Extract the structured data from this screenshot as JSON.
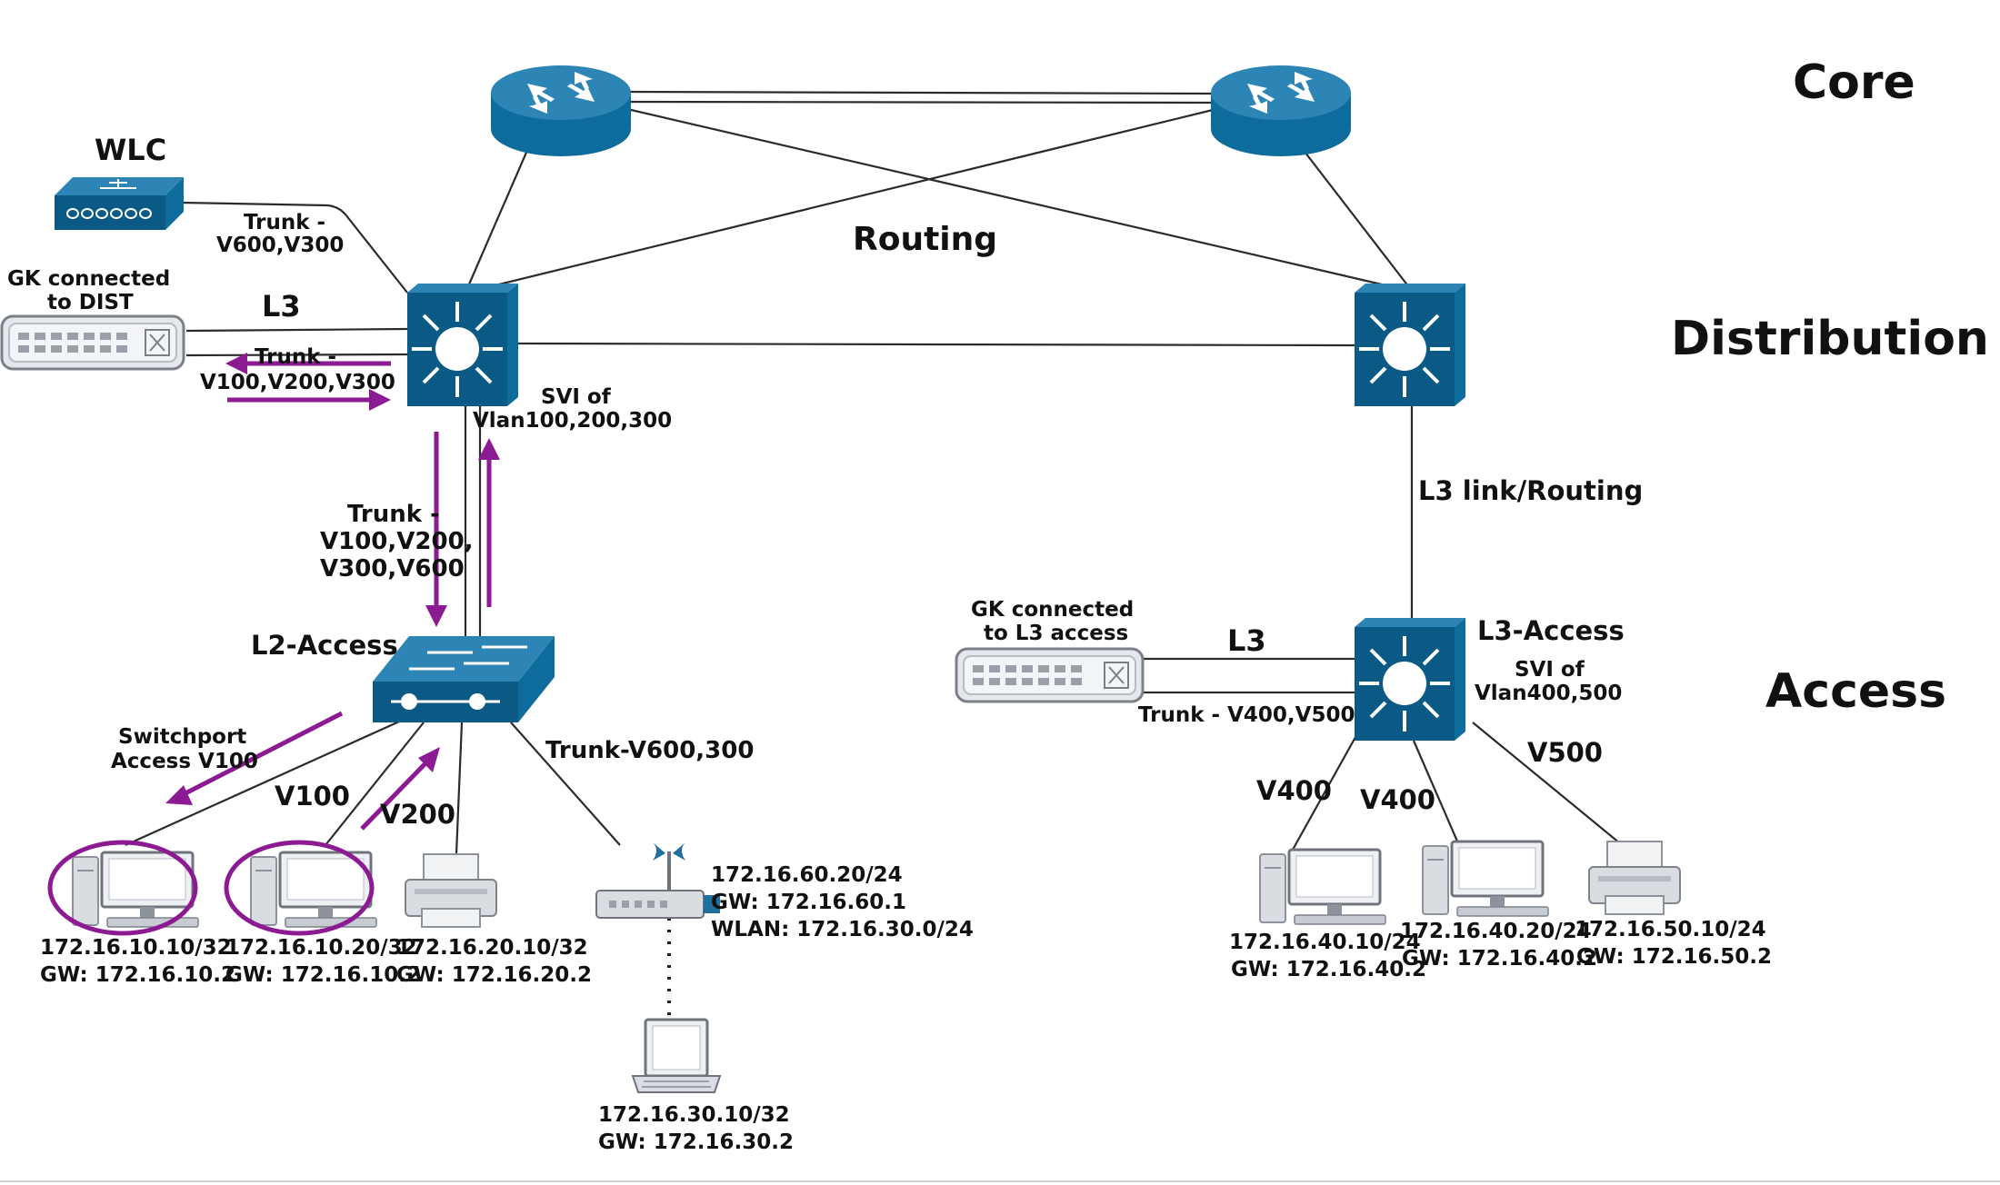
{
  "tiers": {
    "core": "Core",
    "distribution": "Distribution",
    "access": "Access"
  },
  "labels": {
    "routing": "Routing",
    "wlc": "WLC",
    "wlc_trunk_1": "Trunk -",
    "wlc_trunk_2": "V600,V300",
    "gk_dist_1": "GK connected",
    "gk_dist_2": "to DIST",
    "l3_dist": "L3",
    "dist_trunk_1": "Trunk -",
    "dist_trunk_2": "V100,V200,V300",
    "svi_left_1": "SVI of",
    "svi_left_2": "Vlan100,200,300",
    "l3_link": "L3 link/Routing",
    "uplink_trunk_1": "Trunk -",
    "uplink_trunk_2": "V100,V200,",
    "uplink_trunk_3": "V300,V600",
    "l2_access": "L2-Access",
    "switchport_1": "Switchport",
    "switchport_2": "Access V100",
    "v100": "V100",
    "v200": "V200",
    "trunk_ap": "Trunk-V600,300",
    "gk_l3_1": "GK connected",
    "gk_l3_2": "to L3 access",
    "l3_access_link": "L3",
    "l3_access_trunk": "Trunk - V400,V500",
    "l3_access": "L3-Access",
    "svi_right_1": "SVI of",
    "svi_right_2": "Vlan400,500",
    "v400_a": "V400",
    "v400_b": "V400",
    "v500": "V500"
  },
  "hosts": {
    "pc1_ip": "172.16.10.10/32",
    "pc1_gw": "GW: 172.16.10.2",
    "pc2_ip": "172.16.10.20/32",
    "pc2_gw": "GW: 172.16.10.2",
    "printer1_ip": "172.16.20.10/32",
    "printer1_gw": "GW: 172.16.20.2",
    "ap_ip": "172.16.60.20/24",
    "ap_gw": "GW: 172.16.60.1",
    "ap_wlan": "WLAN: 172.16.30.0/24",
    "laptop_ip": "172.16.30.10/32",
    "laptop_gw": "GW: 172.16.30.2",
    "pc3_ip": "172.16.40.10/24",
    "pc3_gw": "GW: 172.16.40.2",
    "pc4_ip": "172.16.40.20/24",
    "pc4_gw": "GW: 172.16.40.2",
    "printer2_ip": "172.16.50.10/24",
    "printer2_gw": "GW: 172.16.50.2"
  },
  "colors": {
    "device": "#0b5a86",
    "highlight": "#8b1a93",
    "line": "#2b2b2b"
  }
}
